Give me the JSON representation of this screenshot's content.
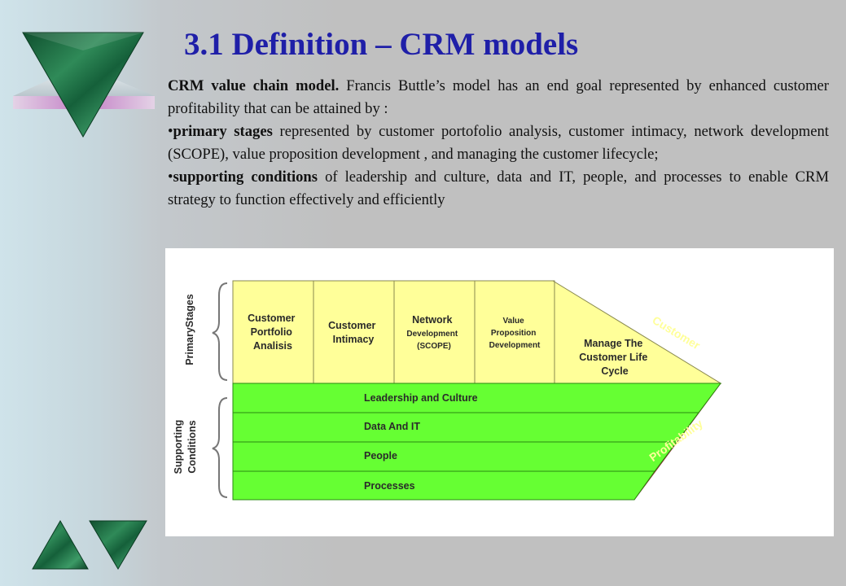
{
  "title": "3.1 Definition – CRM models",
  "intro": {
    "heading": "CRM value chain model.",
    "text": " Francis Buttle’s model has  an end goal represented by enhanced customer profitability that can be attained  by :"
  },
  "bullets": [
    {
      "bullet": "•",
      "term": "primary stages",
      "text": " represented by  customer portofolio analysis, customer intimacy, network development (SCOPE), value proposition development , and managing the customer lifecycle;"
    },
    {
      "bullet": "•",
      "term": "supporting conditions",
      "text": " of leadership and culture, data and IT, people, and processes to enable CRM strategy to function effectively and efficiently"
    }
  ],
  "diagram": {
    "primary_label": "PrimaryStages",
    "supporting_label_1": "Supporting",
    "supporting_label_2": "Conditions",
    "stage_1": [
      "Customer",
      "Portfolio",
      "Analisis"
    ],
    "stage_2": [
      "Customer",
      "Intimacy"
    ],
    "stage_3": [
      "Network",
      "Development",
      "(SCOPE)"
    ],
    "stage_4": [
      "Value",
      "Proposition",
      "Development"
    ],
    "stage_5": [
      "Manage The",
      "Customer Life",
      "Cycle"
    ],
    "bars": [
      "Leadership and Culture",
      "Data And IT",
      "People",
      "Processes"
    ],
    "arrow_top": "Customer",
    "arrow_bottom": "Profitability",
    "colors": {
      "stage_fill": "#ffff99",
      "bar_fill": "#66ff33",
      "arrow_fill": "#c23b3b",
      "arrow_text": "#ffff99",
      "title": "#1f1fa8"
    }
  },
  "decor_icons": [
    "green-marble-inverted-triangle-icon",
    "green-marble-up-triangle-icon",
    "green-marble-down-triangle-icon"
  ]
}
